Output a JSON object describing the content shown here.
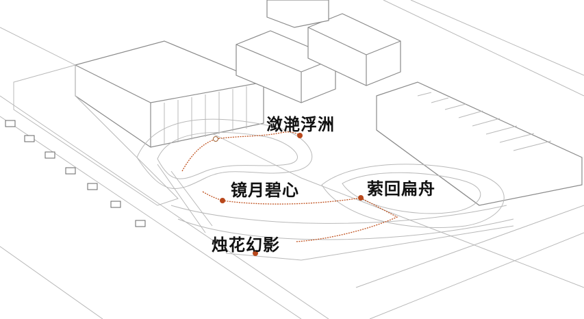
{
  "labels": [
    {
      "id": "lianyan-fuzhou",
      "text": "潋滟浮洲"
    },
    {
      "id": "jingyue-bixin",
      "text": "镜月碧心"
    },
    {
      "id": "yinghui-bianzhou",
      "text": "萦回扁舟"
    },
    {
      "id": "zhuhua-huanying",
      "text": "烛花幻影"
    }
  ],
  "colors": {
    "route": "#c0521f",
    "point": "#b8481c",
    "lines": "#8a8a8a"
  }
}
